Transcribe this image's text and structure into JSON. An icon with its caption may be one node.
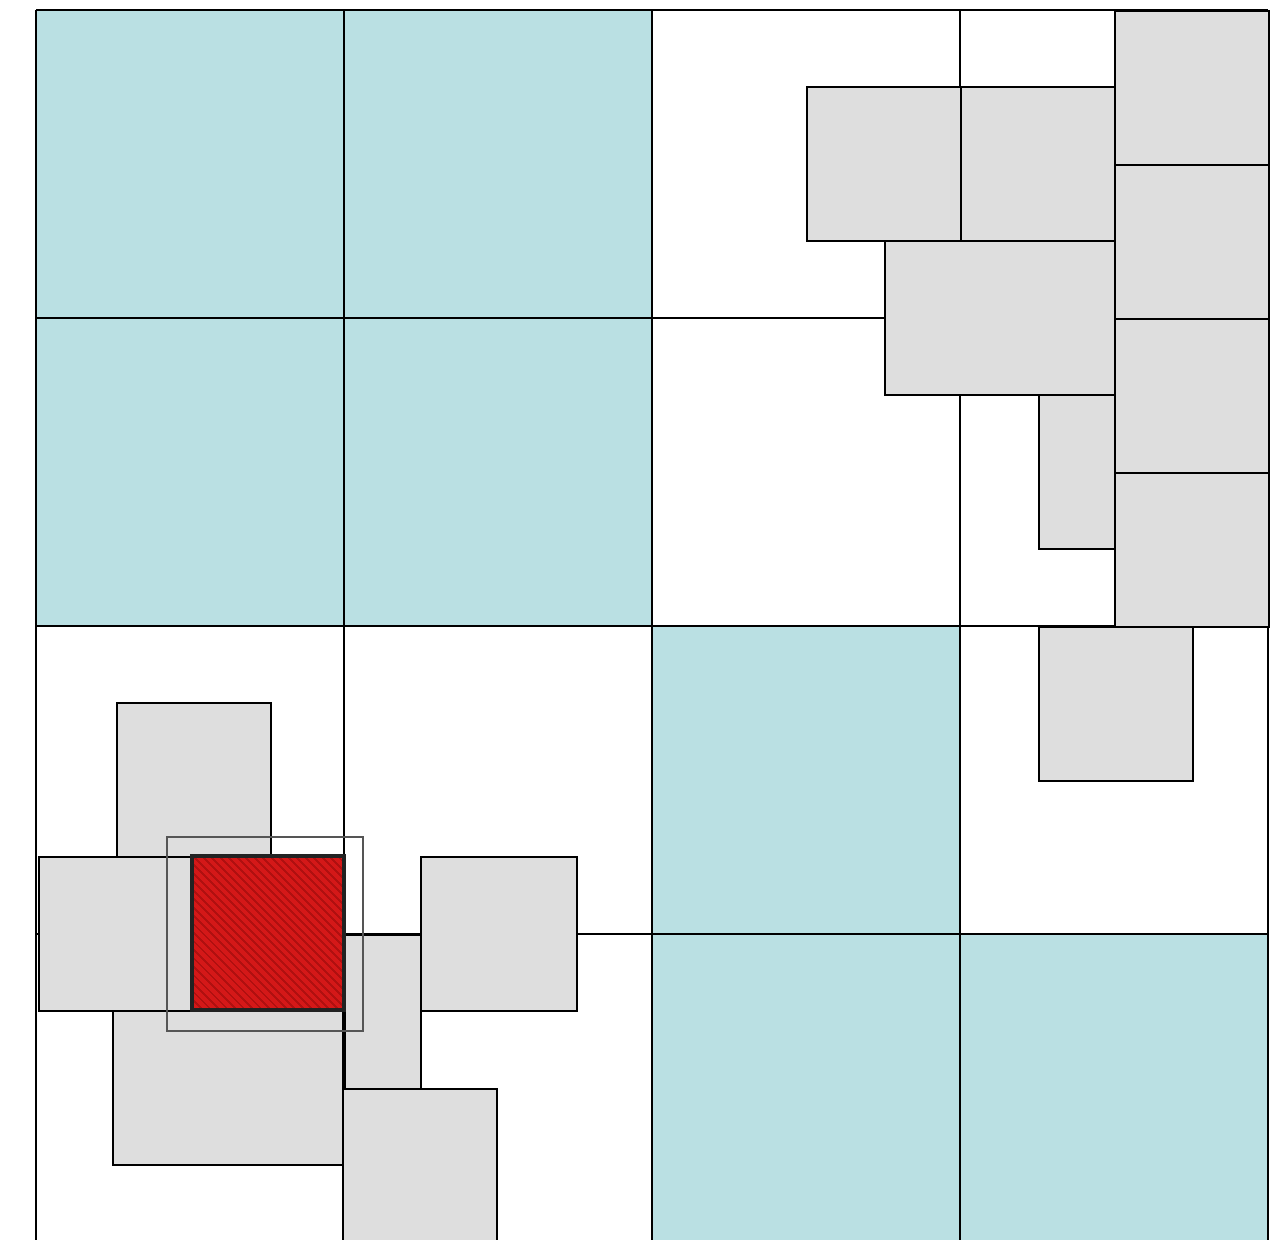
{
  "diagram": {
    "nodes": [
      {
        "text": [],
        "shape": "box"
      },
      {
        "text": [],
        "shape": "box"
      },
      {
        "text": [],
        "shape": "box"
      },
      {
        "text": [],
        "shape": "box"
      },
      {
        "text": [],
        "shape": "box"
      },
      {
        "text": [],
        "shape": "box"
      },
      {
        "text": [],
        "shape": "box"
      },
      {
        "text": [],
        "shape": "box"
      },
      {
        "text": [],
        "shape": "box"
      },
      {
        "text": [],
        "shape": "box"
      },
      {
        "text": [],
        "shape": "box"
      },
      {
        "text": [],
        "shape": "box"
      },
      {
        "text": [],
        "shape": "box"
      },
      {
        "text": [],
        "shape": "box"
      },
      {
        "text": [],
        "shape": "box"
      },
      {
        "text": [],
        "shape": "box"
      },
      {
        "text": [],
        "shape": "box"
      },
      {
        "text": [],
        "shape": "box"
      },
      {
        "text": [],
        "shape": "box"
      },
      {
        "text": [],
        "shape": "box",
        "in": 18
      },
      {
        "text": [],
        "shape": "box"
      },
      {
        "text": [],
        "shape": "box"
      },
      {
        "text": [],
        "shape": "box"
      },
      {
        "text": [],
        "shape": "box"
      }
    ]
  }
}
